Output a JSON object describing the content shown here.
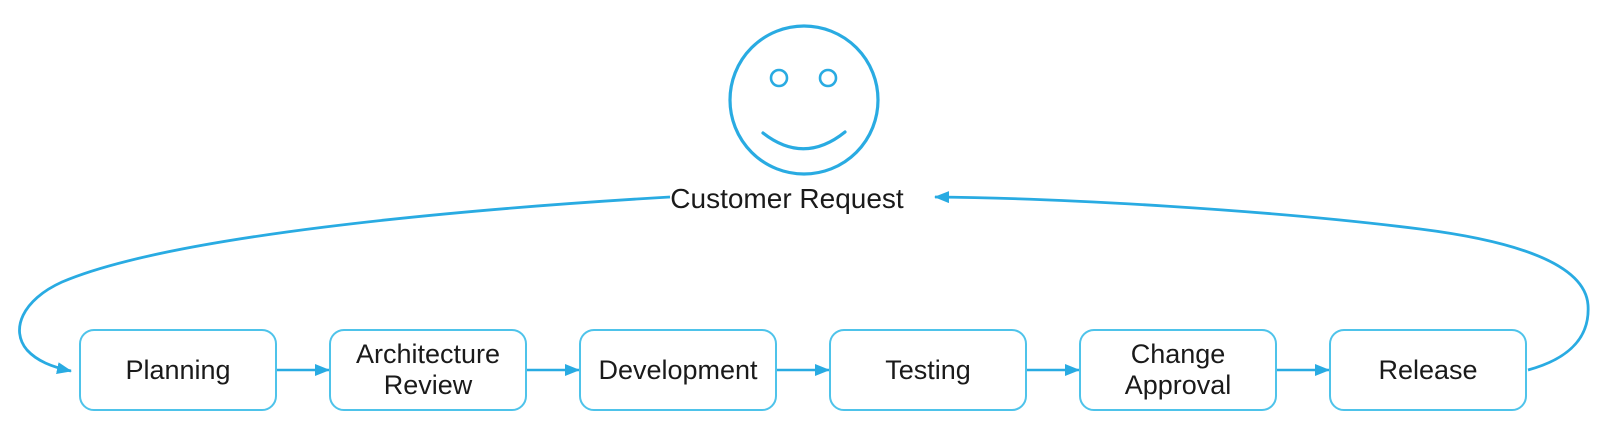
{
  "diagram": {
    "background_color": "#ffffff",
    "accent_color": "#29abe2",
    "box_border_color": "#4ec3ea",
    "box_fill_color": "#ffffff",
    "text_color": "#1a1a1a",
    "actor": {
      "icon": "smiley-face-icon",
      "label": "Customer Request"
    },
    "nodes": [
      {
        "id": "planning",
        "label": "Planning"
      },
      {
        "id": "architecture-review",
        "label": "Architecture Review"
      },
      {
        "id": "development",
        "label": "Development"
      },
      {
        "id": "testing",
        "label": "Testing"
      },
      {
        "id": "change-approval",
        "label": "Change Approval"
      },
      {
        "id": "release",
        "label": "Release"
      }
    ],
    "edges": [
      {
        "from": "customer-request",
        "to": "planning"
      },
      {
        "from": "planning",
        "to": "architecture-review"
      },
      {
        "from": "architecture-review",
        "to": "development"
      },
      {
        "from": "development",
        "to": "testing"
      },
      {
        "from": "testing",
        "to": "change-approval"
      },
      {
        "from": "change-approval",
        "to": "release"
      },
      {
        "from": "release",
        "to": "customer-request"
      }
    ]
  }
}
